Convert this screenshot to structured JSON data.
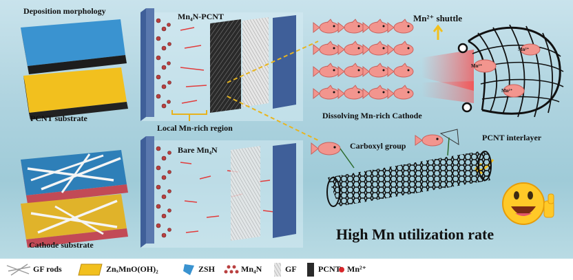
{
  "labels": {
    "deposition_morphology": "Deposition morphology",
    "pcnt_substrate": "PCNT substrate",
    "cathode_substrate": "Cathode substrate",
    "mn4n_pcnt": "Mn₄N-PCNT",
    "local_region": "Local Mn-rich region",
    "bare_mn4n": "Bare Mn₄N",
    "mn_shuttle": "Mn²⁺ shuttle",
    "dissolving": "Dissolving Mn-rich Cathode",
    "pcnt_interlayer": "PCNT interlayer",
    "carboxyl_group": "Carboxyl group",
    "high_utilization": "High Mn utilization rate",
    "fish_ion": "Mn²⁺"
  },
  "legend": {
    "gf_rods": "GF rods",
    "znmno": "ZnₓMnO(OH)₂",
    "zsh": "ZSH",
    "mn4n": "Mn₄N",
    "gf": "GF",
    "pcnt": "PCNT",
    "mn2": "Mn²⁺"
  },
  "colors": {
    "background": "#aed3df",
    "blue_deposit": "#3a93d0",
    "yellow_substrate": "#f2c01e",
    "fish": "#f2958e",
    "red_ion": "#d8262a",
    "dark_blue_plate": "#3f5f99"
  }
}
